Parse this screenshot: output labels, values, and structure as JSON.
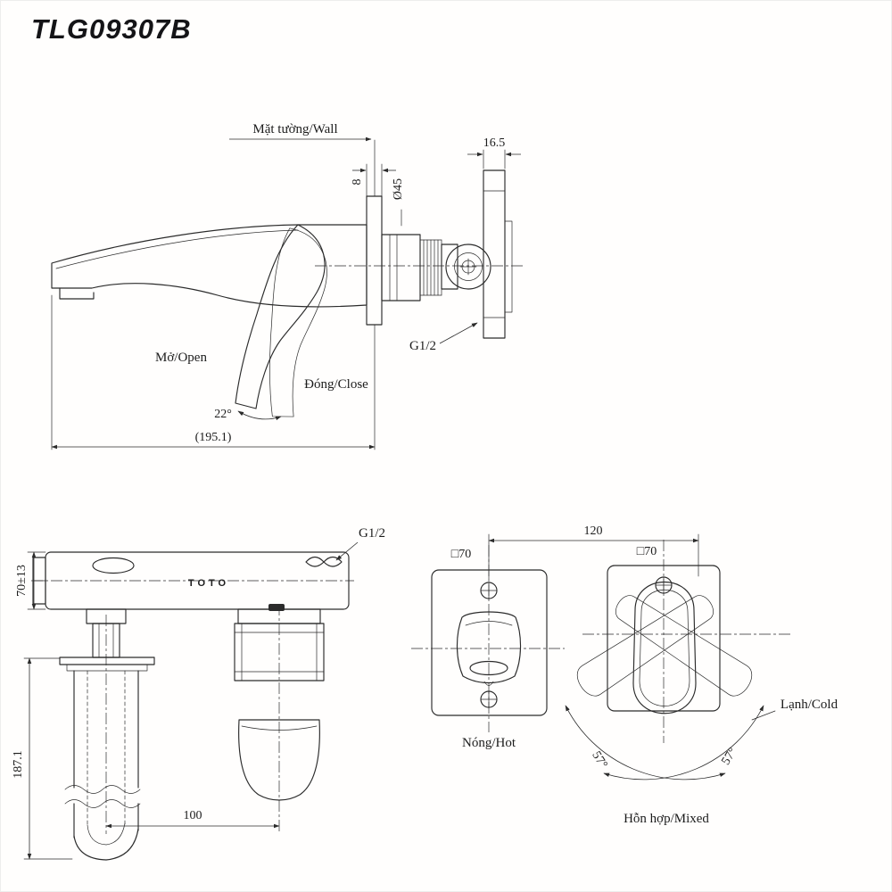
{
  "page": {
    "title": "TLG09307B"
  },
  "side_view": {
    "wall_label": "Mặt tường/Wall",
    "flange_thickness": "8",
    "flange_diameter": "Ø45",
    "trim_depth": "16.5",
    "open_label": "Mở/Open",
    "close_label": "Đóng/Close",
    "handle_angle": "22°",
    "spout_length": "(195.1)",
    "thread_size": "G1/2"
  },
  "top_view": {
    "thread_size": "G1/2",
    "brand": "TOTO",
    "body_height": "70±13",
    "total_depth": "187.1",
    "hole_pitch": "100"
  },
  "front_view": {
    "hole_pitch": "120",
    "left_plate_size": "□70",
    "right_plate_size": "□70",
    "hot_label": "Nóng/Hot",
    "cold_label": "Lạnh/Cold",
    "left_swing_angle": "57°",
    "right_swing_angle": "57°",
    "mixed_label": "Hỗn hợp/Mixed"
  }
}
